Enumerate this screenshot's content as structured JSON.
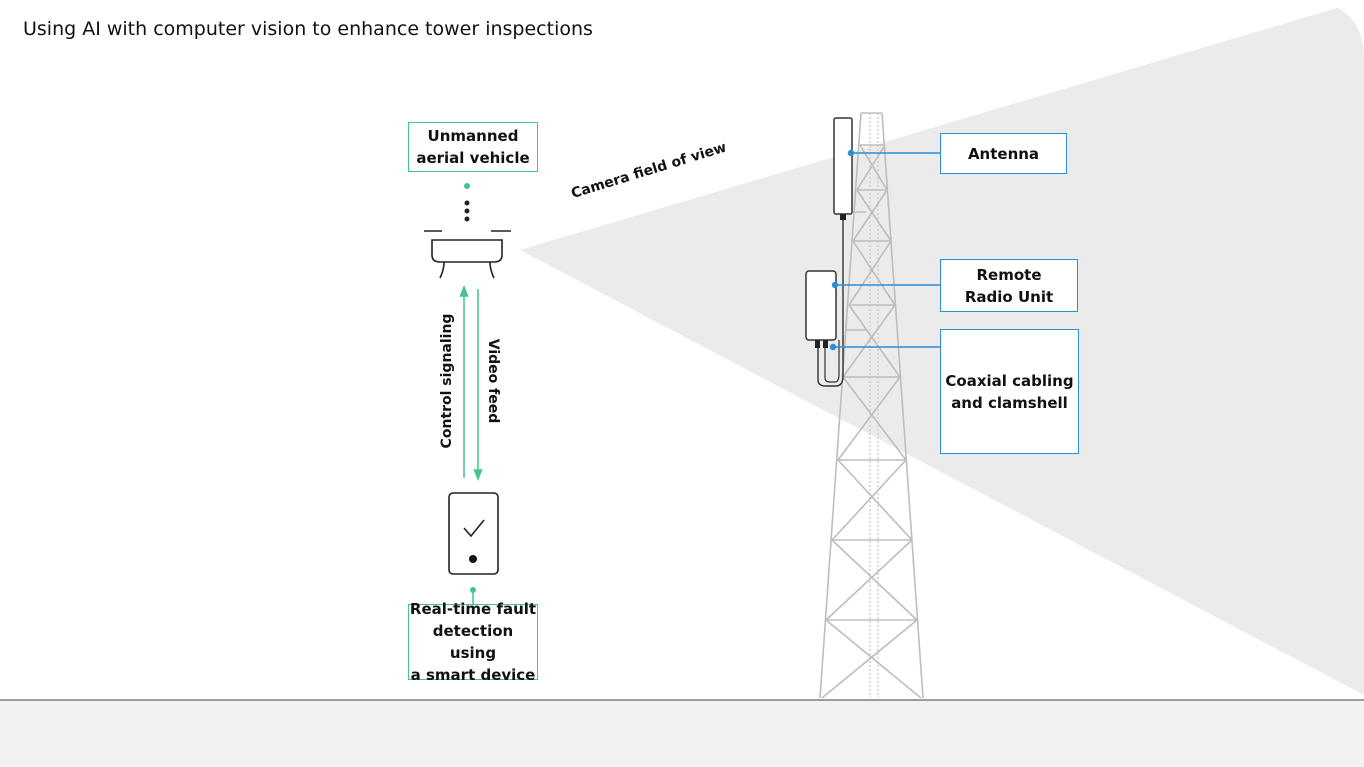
{
  "title": "Using AI with computer vision to enhance tower inspections",
  "diagram": {
    "uav_label": [
      "Unmanned",
      "aerial vehicle"
    ],
    "smart_device_label": [
      "Real-time fault",
      "detection using",
      "a smart device"
    ],
    "control_signaling": "Control signaling",
    "video_feed": "Video feed",
    "camera_fov": "Camera field of view",
    "antenna_label": [
      "Antenna"
    ],
    "rru_label": [
      "Remote",
      "Radio Unit"
    ],
    "coax_label": [
      "Coaxial cabling",
      "and clamshell"
    ]
  },
  "colors": {
    "connector_green": "#46c48a",
    "connector_blue": "#2b8fd8",
    "fov_gray": "#ebebeb",
    "ground_gray": "#f2f2f2"
  }
}
